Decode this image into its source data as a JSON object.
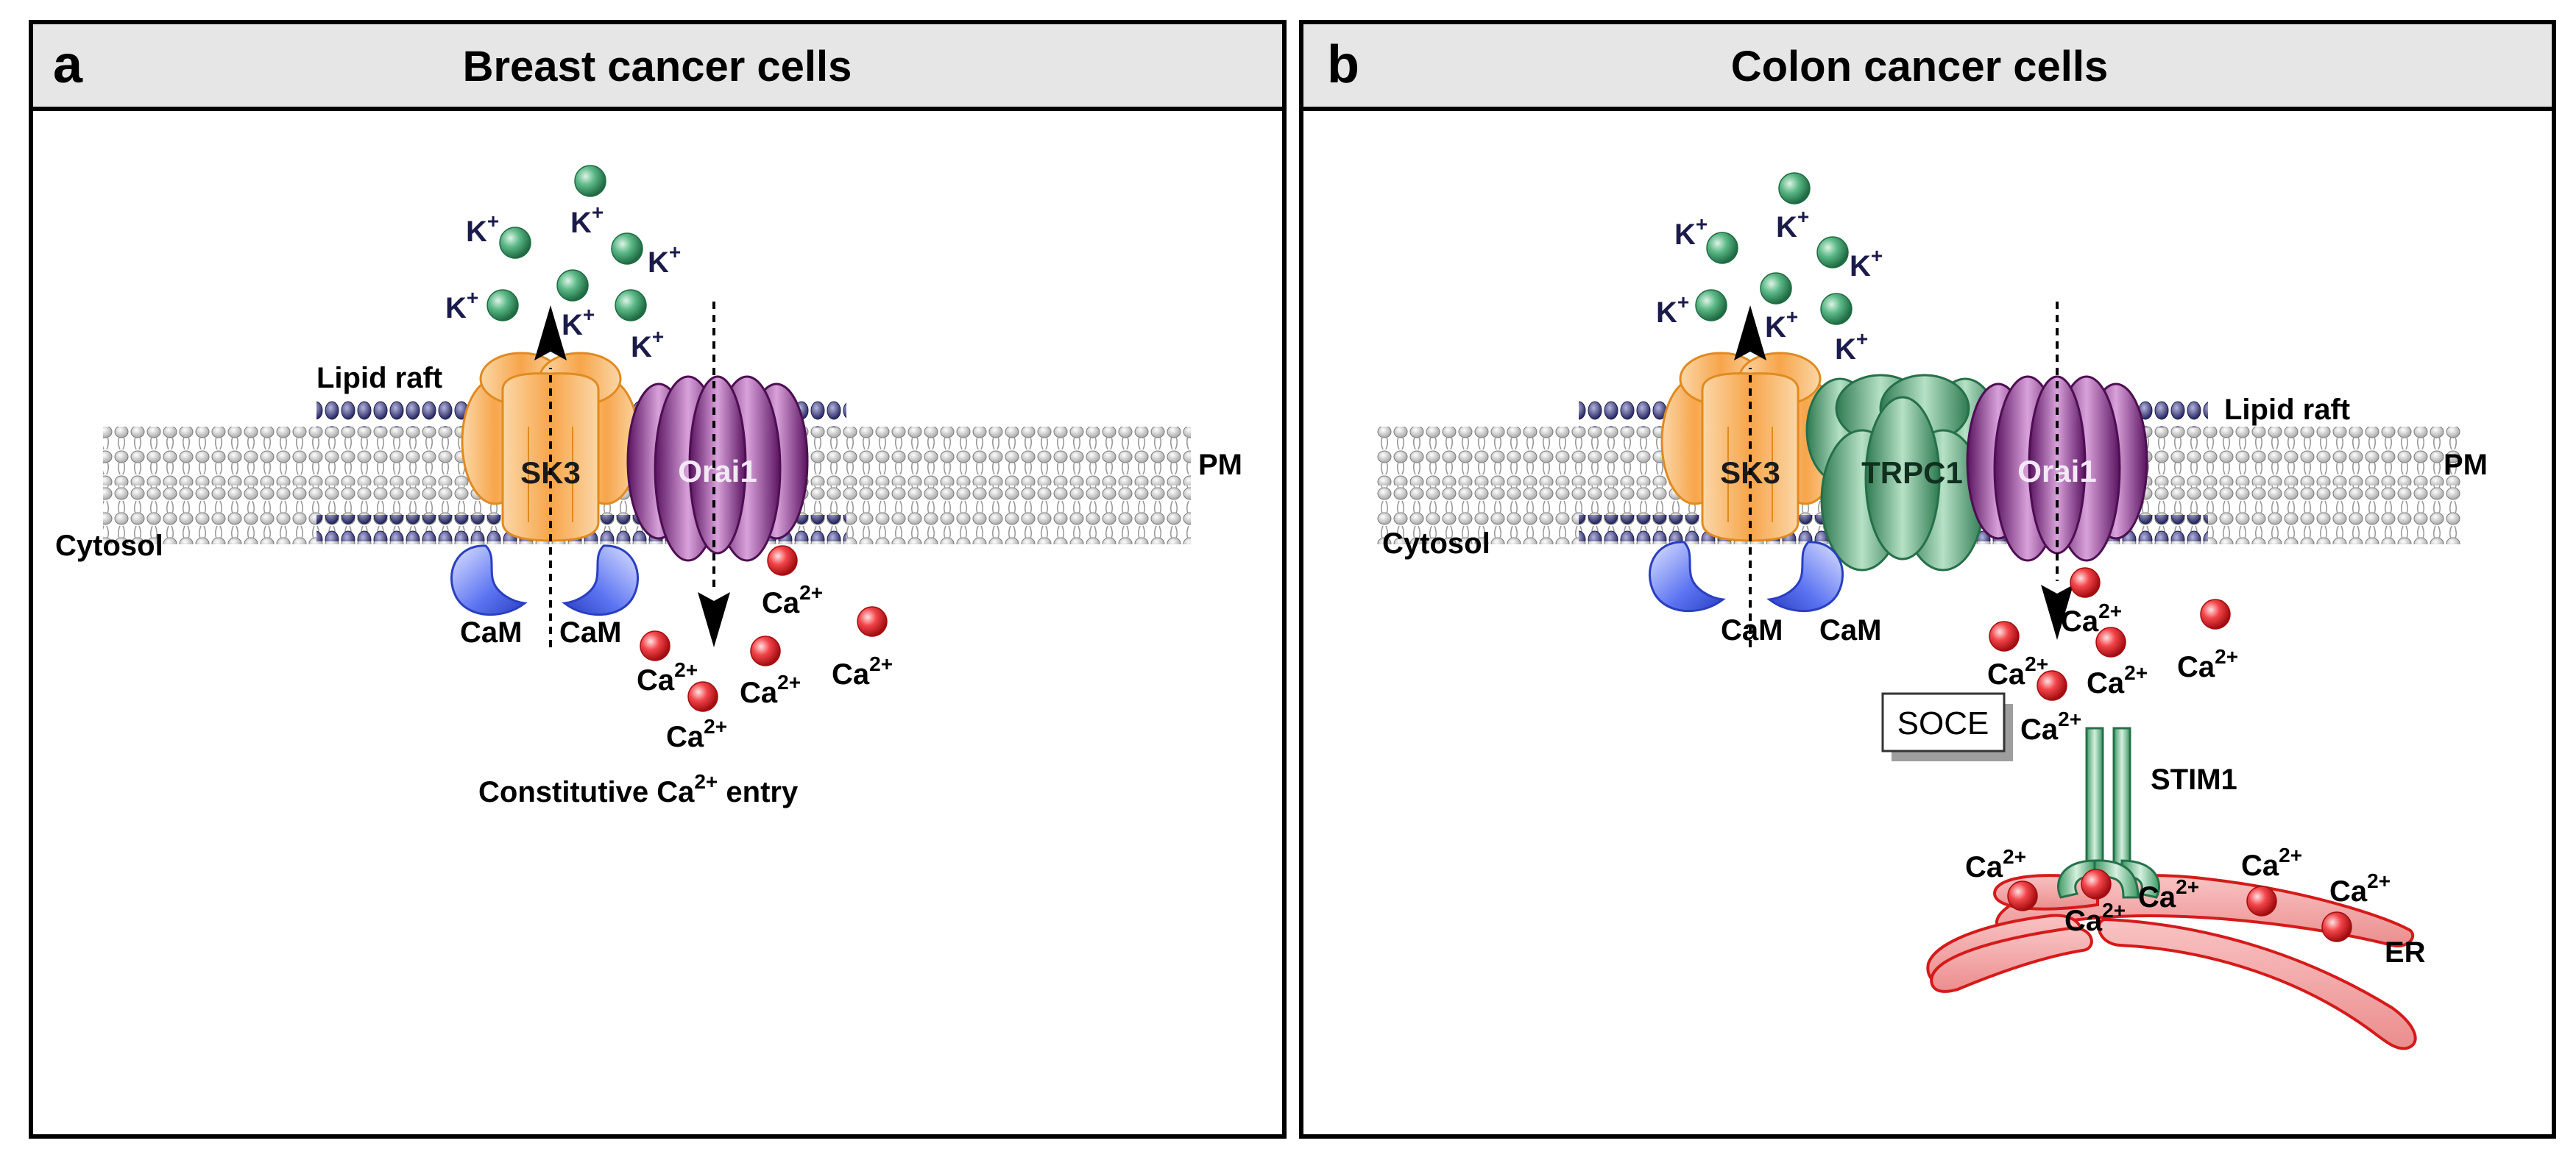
{
  "panels": [
    {
      "letter": "a",
      "title": "Breast cancer cells",
      "labels": {
        "lipid_raft": "Lipid raft",
        "pm": "PM",
        "cytosol": "Cytosol",
        "sk3": "SK3",
        "orai1": "Orai1",
        "cam": "CaM",
        "k_ion": "K",
        "k_charge": "+",
        "ca_ion": "Ca",
        "ca_charge": "2+",
        "caption_prefix": "Constitutive Ca",
        "caption_sup": "2+",
        "caption_suffix": " entry"
      }
    },
    {
      "letter": "b",
      "title": "Colon cancer cells",
      "labels": {
        "lipid_raft": "Lipid raft",
        "pm": "PM",
        "cytosol": "Cytosol",
        "sk3": "SK3",
        "trpc1": "TRPC1",
        "orai1": "Orai1",
        "cam": "CaM",
        "k_ion": "K",
        "k_charge": "+",
        "ca_ion": "Ca",
        "ca_charge": "2+",
        "soce": "SOCE",
        "stim1": "STIM1",
        "er": "ER"
      }
    }
  ],
  "colors": {
    "sk3": "#f7a54a",
    "orai1": "#7b1f7b",
    "trpc1": "#3f9a66",
    "cam": "#3f5cf0",
    "potassium": "#3f9a66",
    "calcium": "#e8191e",
    "er": "#ef9a9a",
    "lipid_raft": "#3c3c7a",
    "header_bg": "#e6e6e6"
  }
}
